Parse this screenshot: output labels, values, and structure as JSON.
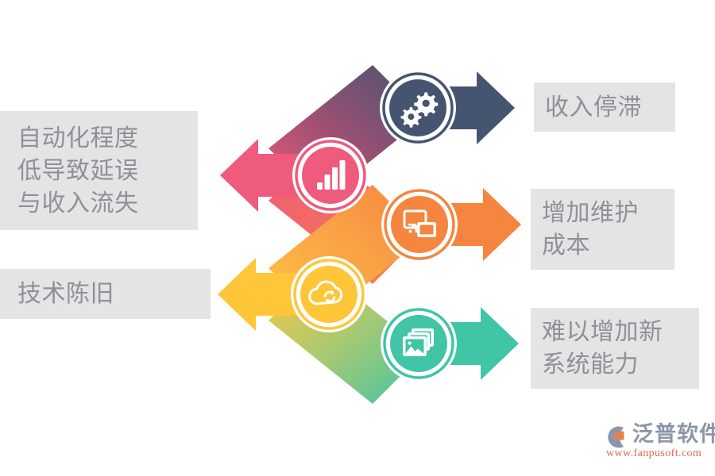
{
  "diagram": {
    "title": "",
    "background_color": "#ffffff",
    "label_box_color": "#e4e4e4",
    "label_text_color": "#8d9199",
    "nodes": [
      {
        "id": "node-gears",
        "icon": "gears-icon",
        "color": "#455570",
        "arrow_direction": "right",
        "label": "收入停滞"
      },
      {
        "id": "node-barchart",
        "icon": "bar-chart-icon",
        "color": "#ee5b7c",
        "arrow_direction": "left",
        "label": "自动化程度\n低导致延误\n与收入流失"
      },
      {
        "id": "node-screencast",
        "icon": "screen-cast-icon",
        "color": "#f5853f",
        "arrow_direction": "right",
        "label": "增加维护\n成本"
      },
      {
        "id": "node-cloudsync",
        "icon": "cloud-sync-icon",
        "color": "#ffc63a",
        "arrow_direction": "left",
        "label": "技术陈旧"
      },
      {
        "id": "node-photos",
        "icon": "photo-stack-icon",
        "color": "#40c5a6",
        "arrow_direction": "right",
        "label": "难以增加新\n系统能力"
      }
    ]
  },
  "logo": {
    "name": "泛普软件",
    "url": "www.fanpusoft.com",
    "mark_color_primary": "#8d95ab",
    "mark_color_accent": "#e8814f"
  }
}
